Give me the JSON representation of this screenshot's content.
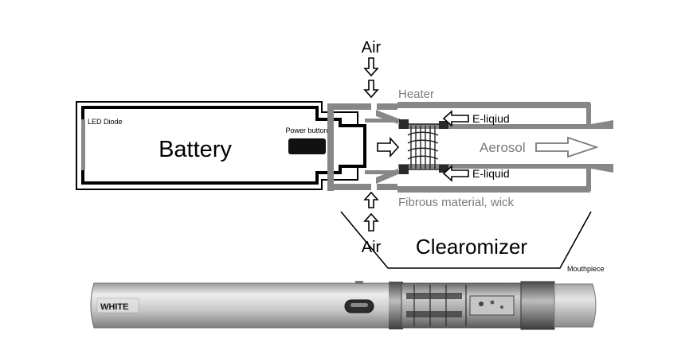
{
  "diagram": {
    "labels": {
      "air_top": "Air",
      "air_bottom": "Air",
      "heater": "Heater",
      "e_liquid_top": "E-liqiud",
      "e_liquid_bottom": "E-liquid",
      "aerosol": "Aerosol",
      "fibrous": "Fibrous material, wick",
      "battery": "Battery",
      "power_button": "Power button",
      "led_diode": "LED Diode",
      "clearomizer": "Clearomizer",
      "mouthpiece": "Mouthpiece"
    },
    "photo": {
      "brand_text": "WHITE"
    }
  }
}
